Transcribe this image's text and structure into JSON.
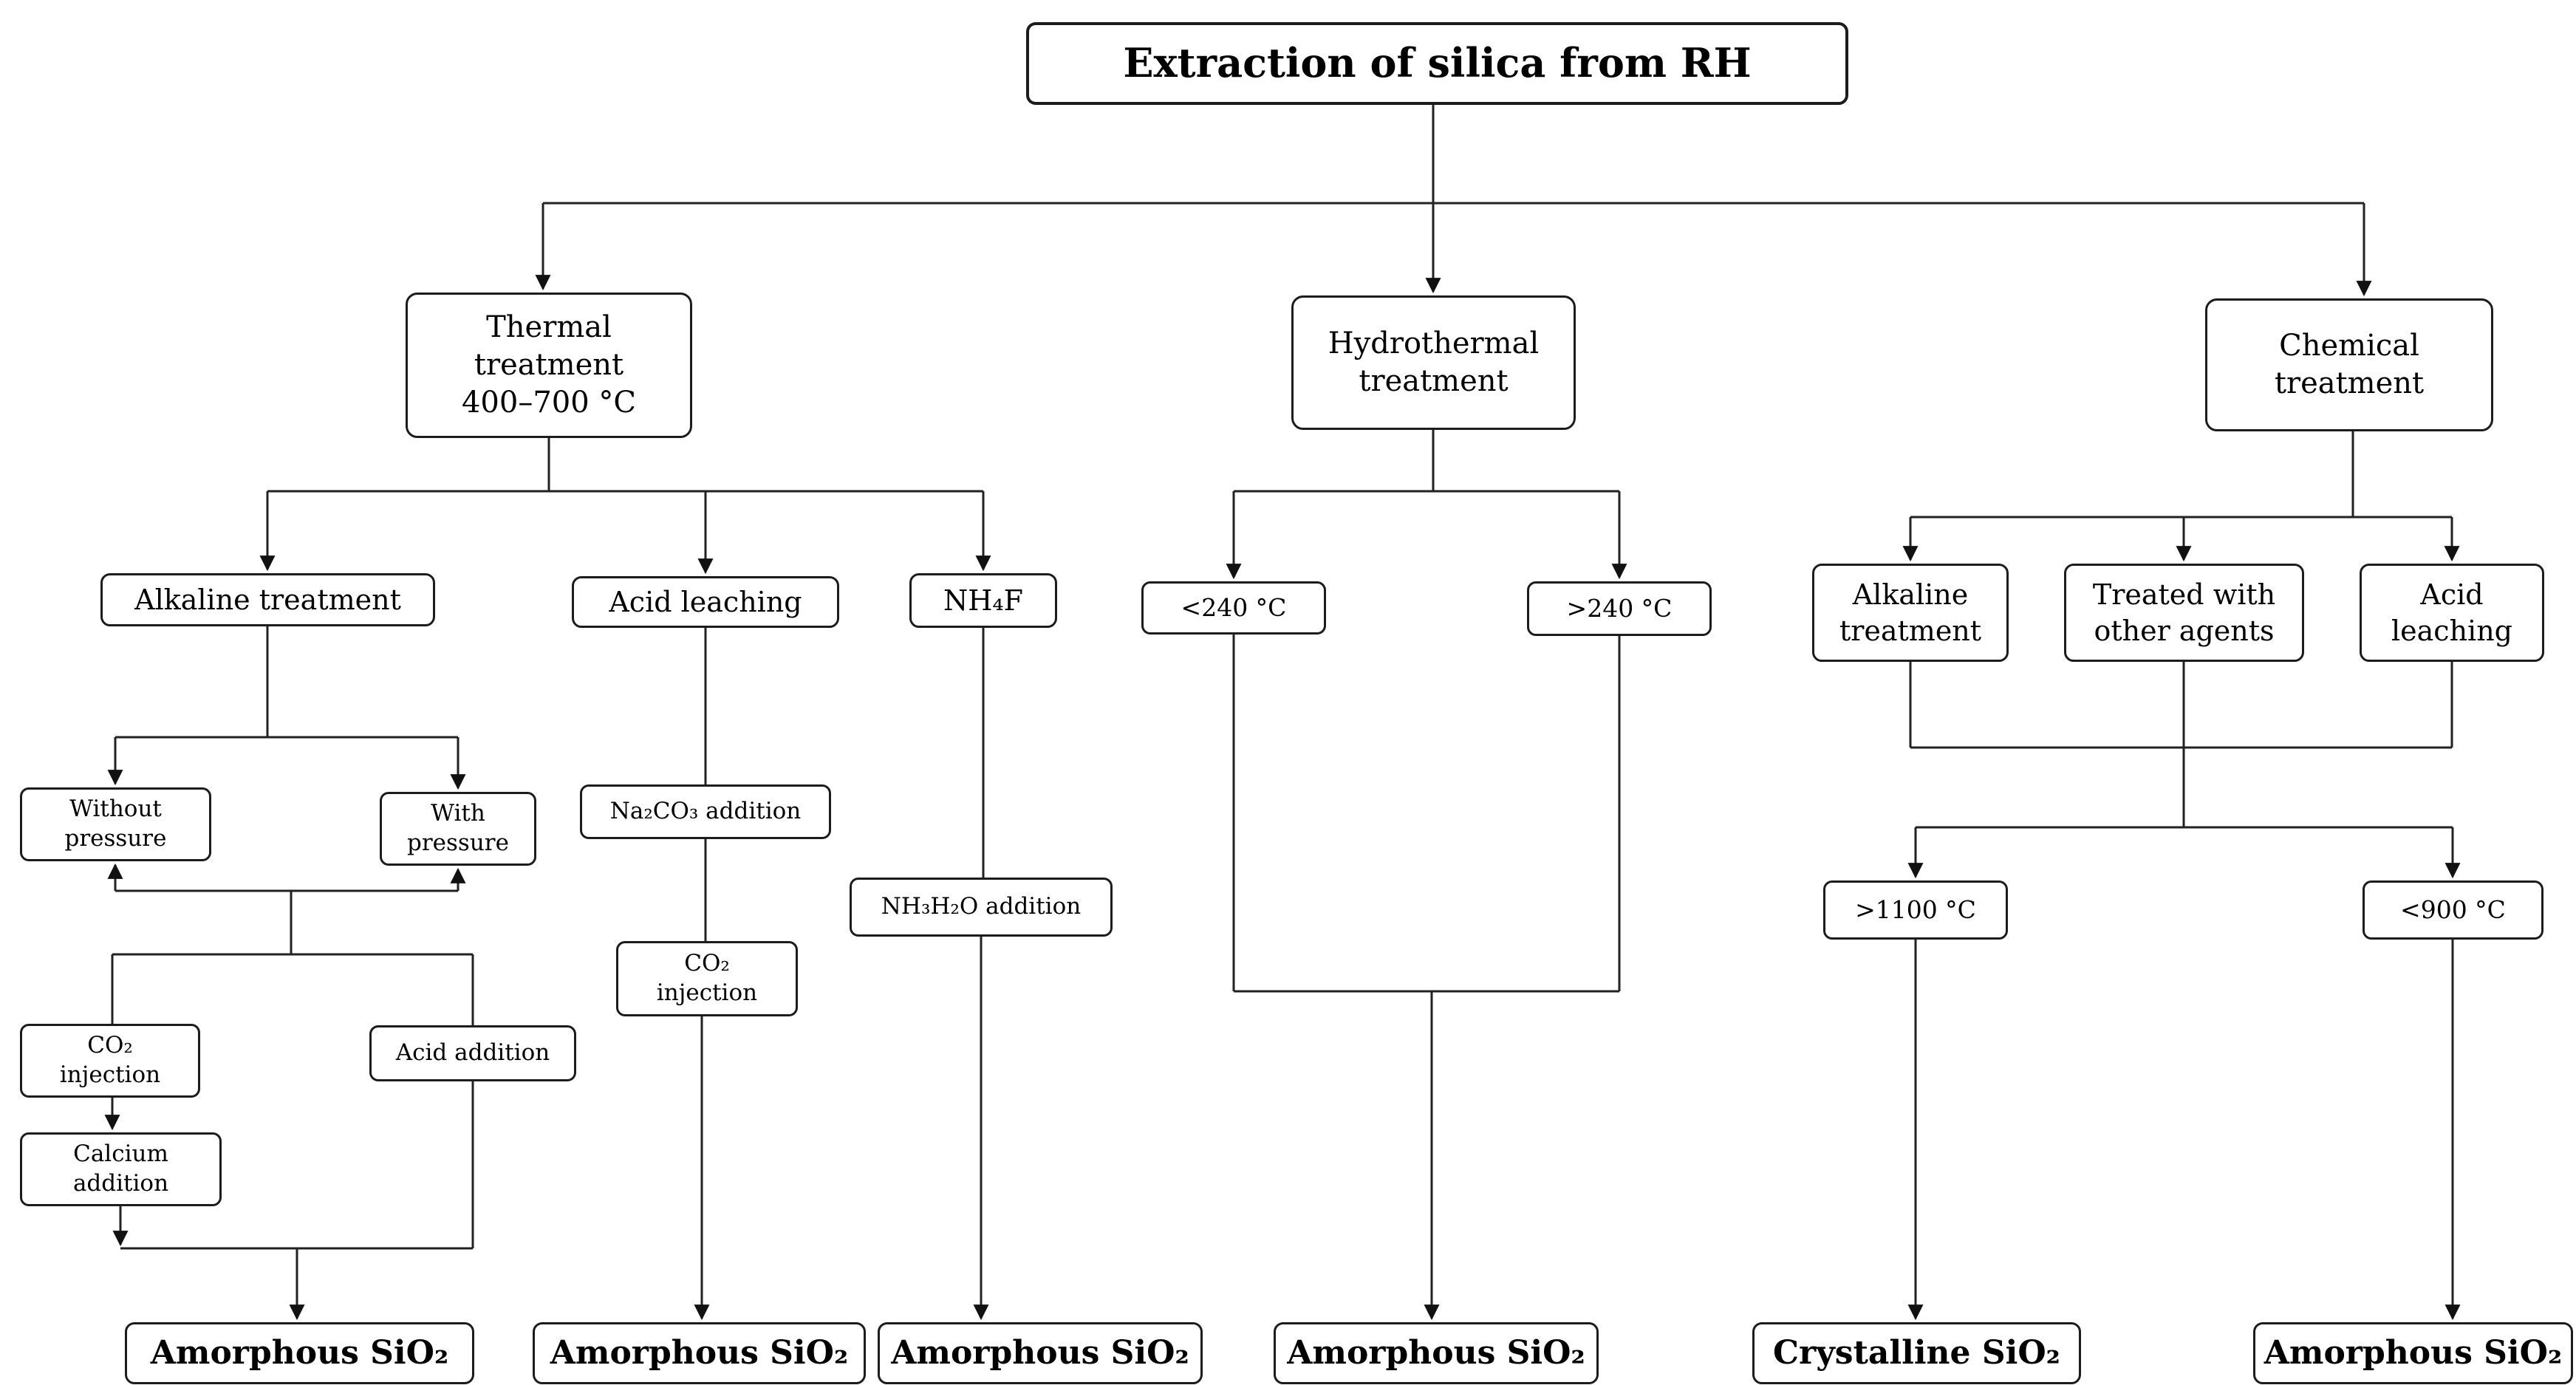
{
  "diagram": {
    "title": "Extraction of silica from RH",
    "type": "flowchart",
    "colors": {
      "background": "#ffffff",
      "box_border": "#1c1c1c",
      "line": "#222222",
      "text": "#000000"
    },
    "nodes": {
      "root": {
        "label": "Extraction of silica from RH"
      },
      "thermal": {
        "lines": [
          "Thermal",
          "treatment",
          "400–700 °C"
        ]
      },
      "hydrothermal": {
        "lines": [
          "Hydrothermal",
          "treatment"
        ]
      },
      "chemical": {
        "lines": [
          "Chemical",
          "treatment"
        ]
      },
      "alkaline_thermal": {
        "label": "Alkaline treatment"
      },
      "acid_leaching_thermal": {
        "label": "Acid leaching"
      },
      "nh4f": {
        "label": "NH₄F"
      },
      "lt240": {
        "label": "<240 °C"
      },
      "gt240": {
        "label": ">240 °C"
      },
      "alkaline_chemical": {
        "lines": [
          "Alkaline",
          "treatment"
        ]
      },
      "treated_other_agents": {
        "lines": [
          "Treated with",
          "other agents"
        ]
      },
      "acid_leaching_chemical": {
        "lines": [
          "Acid",
          "leaching"
        ]
      },
      "without_pressure": {
        "lines": [
          "Without",
          "pressure"
        ]
      },
      "with_pressure": {
        "lines": [
          "With",
          "pressure"
        ]
      },
      "na2co3_addition": {
        "label": "Na₂CO₃ addition"
      },
      "nh3h2o_addition": {
        "label": "NH₃H₂O addition"
      },
      "gt1100": {
        "label": ">1100 °C"
      },
      "lt900": {
        "label": "<900 °C"
      },
      "co2_injection_alkaline": {
        "lines": [
          "CO₂",
          "injection"
        ]
      },
      "acid_addition": {
        "label": "Acid addition"
      },
      "co2_injection_acid": {
        "lines": [
          "CO₂",
          "injection"
        ]
      },
      "calcium_addition": {
        "lines": [
          "Calcium",
          "addition"
        ]
      },
      "out_thermal_alkaline": {
        "label": "Amorphous SiO₂"
      },
      "out_thermal_acid": {
        "label": "Amorphous SiO₂"
      },
      "out_thermal_nh4f": {
        "label": "Amorphous SiO₂"
      },
      "out_hydrothermal": {
        "label": "Amorphous SiO₂"
      },
      "out_chemical_gt1100": {
        "label": "Crystalline SiO₂"
      },
      "out_chemical_lt900": {
        "label": "Amorphous SiO₂"
      }
    }
  }
}
